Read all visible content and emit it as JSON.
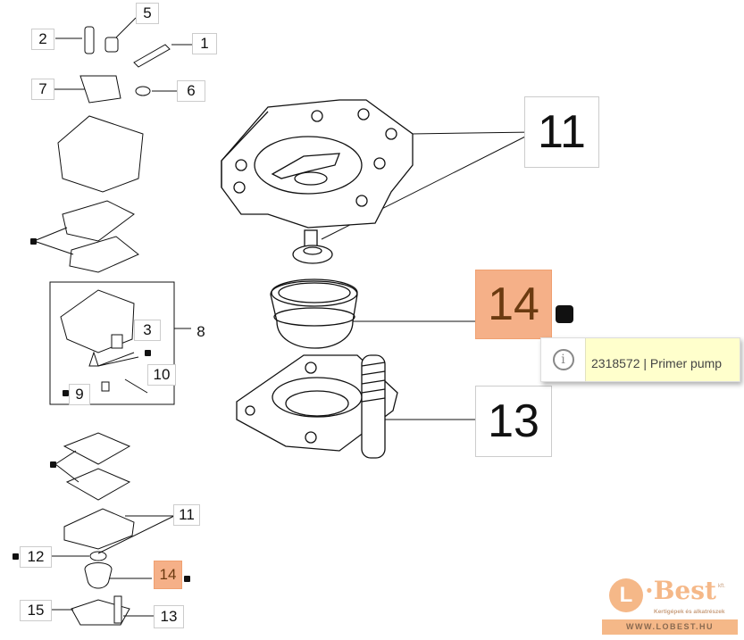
{
  "diagram": {
    "small_labels": {
      "l1": "1",
      "l2": "2",
      "l3": "3",
      "l5": "5",
      "l6": "6",
      "l7": "7",
      "l8": "8",
      "l9": "9",
      "l10": "10",
      "l11": "11",
      "l12": "12",
      "l13": "13",
      "l14": "14",
      "l15": "15"
    },
    "big_labels": {
      "l11": "11",
      "l14": "14",
      "l13": "13"
    },
    "highlight_color": "#f5b088"
  },
  "tooltip": {
    "icon": "info-icon",
    "text": "2318572 | Primer pump"
  },
  "logo": {
    "letter": "L",
    "name": "·Best",
    "suffix": "kft.",
    "tagline": "Kertigépek és alkatrészek",
    "url": "WWW.LOBEST.HU"
  }
}
